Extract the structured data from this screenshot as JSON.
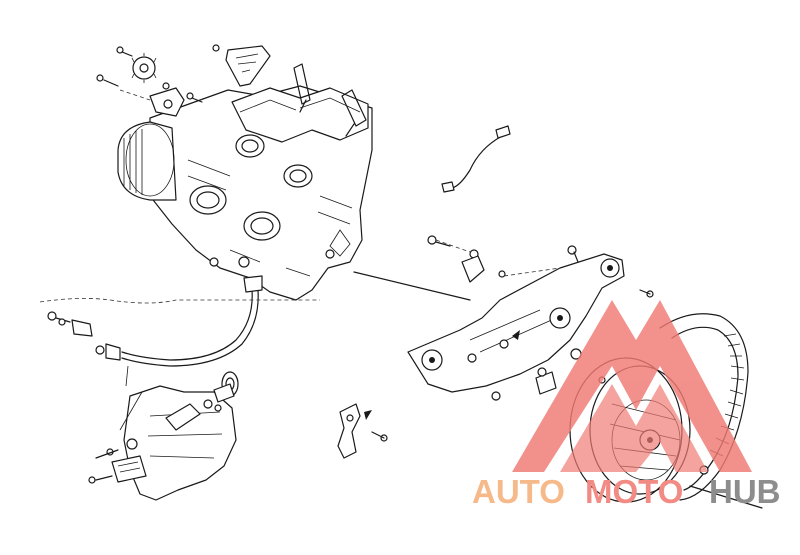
{
  "diagram": {
    "parts": [
      "engine-block",
      "mounting-plate",
      "drive-belt",
      "drive-pulley",
      "coolant-hose",
      "wire-lead",
      "small-bracket",
      "lower-bracket"
    ]
  },
  "watermark": {
    "word_1": "AUTO",
    "word_2": "MOTO",
    "word_3": "HUB",
    "colors": {
      "word_1": "#f6b98a",
      "word_2": "#f28b84",
      "word_3": "#8d8d8d",
      "logo": "#f07a74"
    }
  }
}
